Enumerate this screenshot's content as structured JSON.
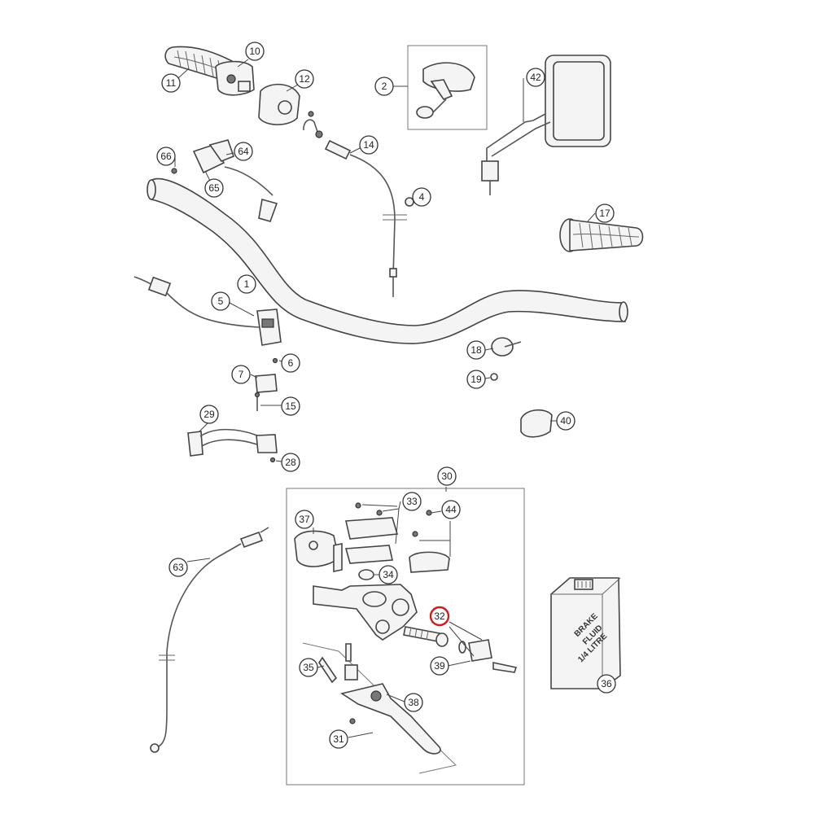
{
  "diagram": {
    "callouts": [
      {
        "id": "1"
      },
      {
        "id": "2"
      },
      {
        "id": "4"
      },
      {
        "id": "5"
      },
      {
        "id": "6"
      },
      {
        "id": "7"
      },
      {
        "id": "10"
      },
      {
        "id": "11"
      },
      {
        "id": "12"
      },
      {
        "id": "14"
      },
      {
        "id": "15"
      },
      {
        "id": "17"
      },
      {
        "id": "18"
      },
      {
        "id": "19"
      },
      {
        "id": "28"
      },
      {
        "id": "29"
      },
      {
        "id": "30"
      },
      {
        "id": "31"
      },
      {
        "id": "32",
        "highlighted": true
      },
      {
        "id": "33"
      },
      {
        "id": "34"
      },
      {
        "id": "35"
      },
      {
        "id": "36"
      },
      {
        "id": "37"
      },
      {
        "id": "38"
      },
      {
        "id": "39"
      },
      {
        "id": "40"
      },
      {
        "id": "42"
      },
      {
        "id": "44"
      },
      {
        "id": "63"
      },
      {
        "id": "64"
      },
      {
        "id": "65"
      },
      {
        "id": "66"
      }
    ],
    "highlight_color": "#d21c1c",
    "bottle_label": [
      "BRAKE",
      "FLUID",
      "1/4 LITRE"
    ]
  }
}
